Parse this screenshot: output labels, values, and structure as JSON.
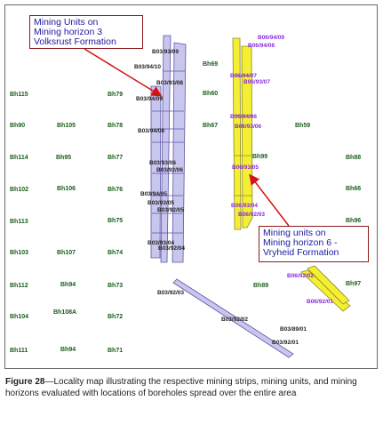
{
  "callouts": {
    "horizon3": "Mining Units on\nMining horizon 3\nVolksrust Formation",
    "horizon6": "Mining units on\nMining horizon 6 -\nVryheid Formation"
  },
  "caption": {
    "label": "Figure 28",
    "text": "—Locality map illustrating the respective mining strips, mining units, and mining horizons evaluated with locations of boreholes spread over the entire area"
  },
  "boreholes": [
    "Bh115",
    "Bh79",
    "Bh69",
    "Bh60",
    "Bh90",
    "Bh105",
    "Bh78",
    "Bh67",
    "Bh59",
    "Bh114",
    "Bh95",
    "Bh77",
    "Bh88",
    "Bh102",
    "Bh106",
    "Bh76",
    "Bh66",
    "Bh113",
    "Bh75",
    "Bh96",
    "Bh103",
    "Bh107",
    "Bh74",
    "Bh112",
    "Bh94",
    "Bh73",
    "Bh89",
    "Bh97",
    "Bh104",
    "Bh108A",
    "Bh72",
    "Bh111",
    "Bh94",
    "Bh71",
    "Bh99"
  ],
  "units_horizon3": [
    "B03/93/09",
    "B03/94/10",
    "B03/93/08",
    "B03/94/09",
    "B03/94/08",
    "B03/93/06",
    "B03/92/06",
    "B03/94/05",
    "B03/93/05",
    "B03/92/05",
    "B03/93/04",
    "B03/92/04",
    "B03/92/03",
    "B03/92/02",
    "B03/89/01",
    "B03/92/01"
  ],
  "units_horizon6": [
    "B06/94/09",
    "B06/94/08",
    "B06/94/07",
    "B06/93/07",
    "B06/94/06",
    "B06/93/06",
    "B06/93/05",
    "B06/93/04",
    "B06/92/03",
    "B06/92/02",
    "B06/92/01"
  ],
  "colors": {
    "horizon3_fill": "#c9c6ee",
    "horizon3_stroke": "#5a57a8",
    "horizon6_fill": "#f5ef34",
    "horizon6_stroke": "#8a8a1e",
    "borehole": "#1a5c1a",
    "horizon6_label": "#8a2be2",
    "arrow": "#d41414",
    "callout_border": "#8b1a1a",
    "callout_text": "#1a1aa0"
  }
}
